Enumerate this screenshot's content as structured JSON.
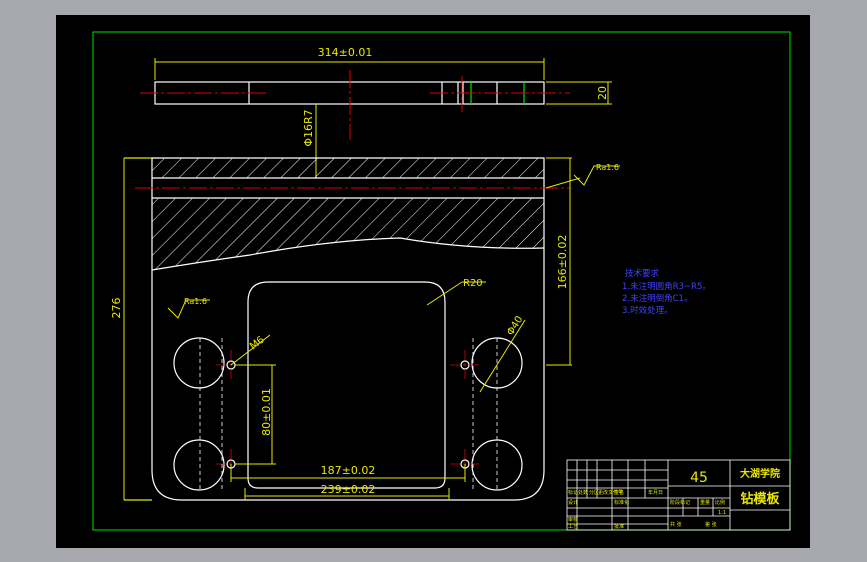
{
  "drawing": {
    "dimensions": {
      "top_length": "314±0.01",
      "top_thickness": "20",
      "bore": "Φ16R7",
      "overall_height": "276",
      "side_height": "166±0.02",
      "hole_dia": "Φ40",
      "slot_radius": "R20",
      "thread": "M6",
      "hole_spacing_v": "80±0.01",
      "hole_spacing_h": "187±0.02",
      "bottom_width": "239±0.02"
    },
    "roughness_left": "Ra1.6",
    "roughness_right": "Ra1.6",
    "tech_req": {
      "title": "技术要求",
      "lines": [
        "1.未注明圆角R3~R5。",
        "2.未注明倒角C1。",
        "3.时效处理。"
      ]
    },
    "title_block": {
      "material": "45",
      "school": "大湖学院",
      "part_name": "钻模板",
      "small_labels": [
        "标记",
        "处数",
        "分区",
        "更改文件号",
        "签名",
        "年月日",
        "设计",
        "标准化",
        "审核",
        "工艺",
        "批准",
        "阶段标记",
        "重量",
        "比例",
        "共 张",
        "第 张"
      ],
      "scale": "1:1"
    }
  },
  "colors": {
    "background": "#000000",
    "frame": "#00e000",
    "outline": "#ffffff",
    "dimension": "#e8e800",
    "centerline": "#e00000",
    "text": "#e8e800",
    "tech_text": "#4040ff"
  }
}
